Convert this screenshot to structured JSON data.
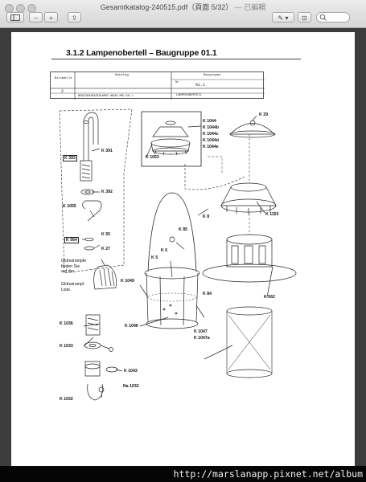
{
  "window": {
    "title": "Gesamtkatalog-240515.pdf（頁面 5/32）",
    "edited": "— 已編輯"
  },
  "toolbar": {
    "sidebar_icon": "sidebar-icon",
    "zoom_out": "−",
    "zoom_in": "+",
    "share": "⇪",
    "annotate": "✎ ▾",
    "markup": "⊡",
    "search_icon": "search-icon"
  },
  "document": {
    "heading": "3.1.2   Lampenobertell – Baugruppe 01.1",
    "table": {
      "bildwelle_header": "Bildwelle",
      "katalog_header": "Katalog",
      "baugruppe_header": "Baugruppe",
      "nr_label": "Nr",
      "nr_value": "01.1",
      "bild_value": "2",
      "katalog_value": "BENZINVERGASERLAMPE HASAG MOD 501 L",
      "baugruppe_value": "LAMPENOBERTEIL"
    },
    "labels": {
      "k393": "K 393",
      "k391": "K 391",
      "k392": "K 392",
      "k1055": "K 1055",
      "k564": "K 564",
      "k55": "K 55",
      "k27": "K 27",
      "k1044": "K 1044",
      "k1044b": "K 1044b",
      "k1044c": "K 1044c",
      "k1044d": "K 1044d",
      "k1044e": "K 1044e",
      "k1053": "K 1053",
      "k29": "K 29",
      "k8": "K 8",
      "k85": "K 85",
      "k6": "K 6",
      "k5": "K 5",
      "k1049": "K 1049",
      "k84": "K 84",
      "k1046": "K 1046",
      "k1047": "K 1047",
      "k1047a": "K 1047a",
      "k1153": "K 1153",
      "k562": "K 562",
      "k1036": "K 1036",
      "k1033": "K 1033",
      "k1043": "K 1043",
      "na1032": "Na 1032",
      "k1032": "K 1032"
    },
    "note1": [
      "Glühstrümpfe",
      "finden Sie",
      "auf der"
    ],
    "note2": [
      "Glühstrumpf",
      "Liste."
    ]
  },
  "watermark": "http://marslanapp.pixnet.net/album"
}
